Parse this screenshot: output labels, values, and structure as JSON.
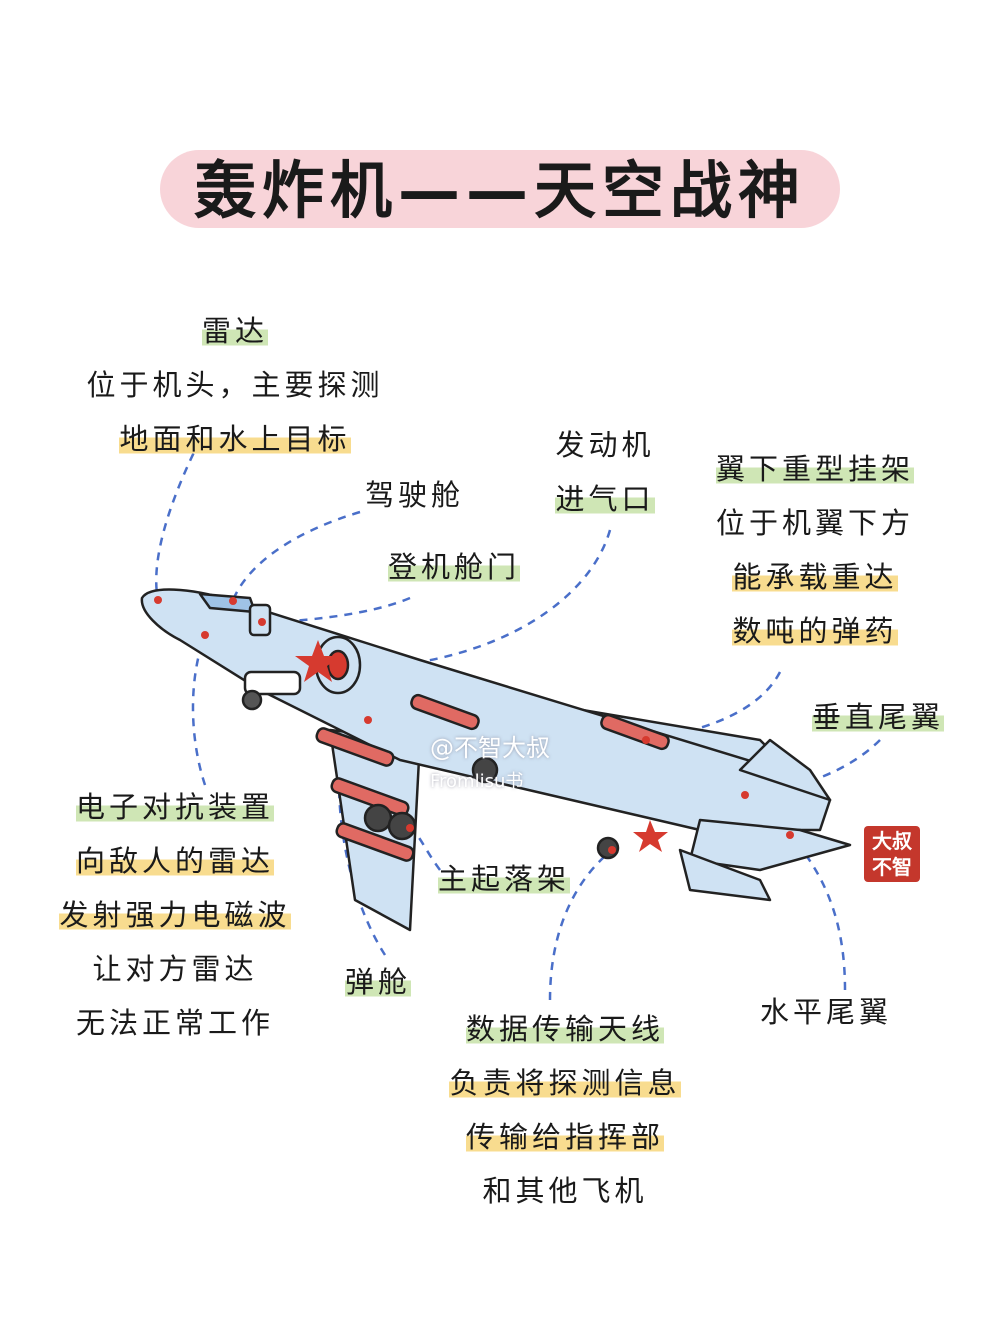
{
  "title": "轰炸机——天空战神",
  "labels": {
    "radar": {
      "name": "雷达",
      "desc": [
        "位于机头，主要探测",
        "地面和水上目标"
      ]
    },
    "cockpit": {
      "name": "驾驶舱"
    },
    "hatch": {
      "name": "登机舱门"
    },
    "engine_intake": {
      "name": [
        "发动机",
        "进气口"
      ]
    },
    "underwing_pylon": {
      "name": "翼下重型挂架",
      "desc": [
        "位于机翼下方",
        "能承载重达",
        "数吨的弹药"
      ]
    },
    "vertical_tail": {
      "name": "垂直尾翼"
    },
    "ecm": {
      "name": "电子对抗装置",
      "desc": [
        "向敌人的雷达",
        "发射强力电磁波",
        "让对方雷达",
        "无法正常工作"
      ]
    },
    "main_gear": {
      "name": "主起落架"
    },
    "bomb_bay": {
      "name": "弹舱"
    },
    "horizontal_tail": {
      "name": "水平尾翼"
    },
    "datalink": {
      "name": "数据传输天线",
      "desc": [
        "负责将探测信息",
        "传输给指挥部",
        "和其他飞机"
      ]
    }
  },
  "watermark": {
    "handle": "@不智大叔",
    "source": "Fromlisu书"
  },
  "seal": "大叔不智",
  "colors": {
    "title_highlight": "#f5c6cc",
    "green_highlight": "#cfe6b5",
    "yellow_highlight": "#f8dc8f",
    "plane_body": "#cfe2f3",
    "leader_line": "#4a6fc9",
    "marker": "#d63a2f"
  }
}
